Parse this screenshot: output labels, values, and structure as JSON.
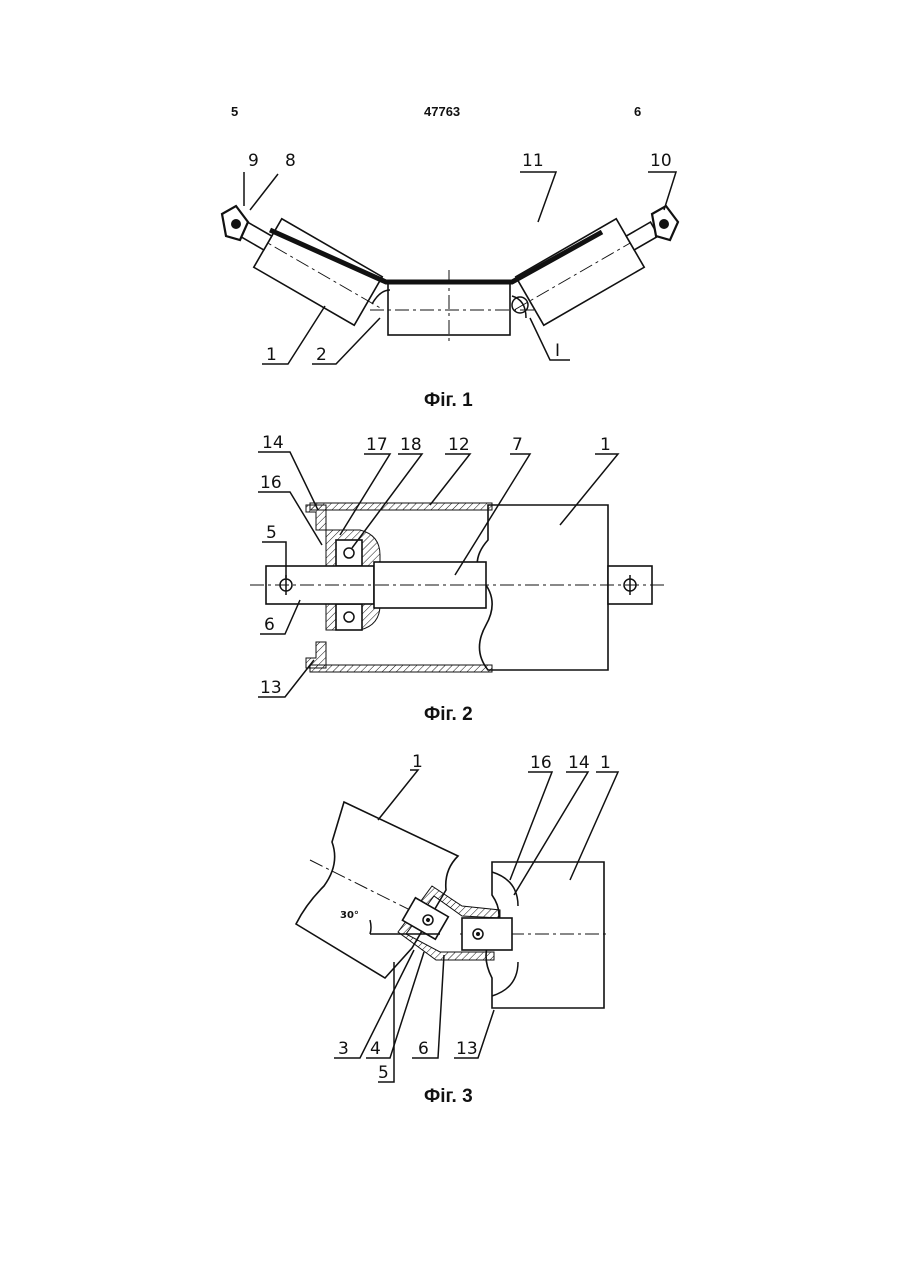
{
  "header": {
    "left_page": "5",
    "patent_number": "47763",
    "right_page": "6"
  },
  "figures": [
    {
      "caption": "Фіг. 1",
      "labels": {
        "l9": "9",
        "l8": "8",
        "l11": "11",
        "l10": "10",
        "l1": "1",
        "l2": "2",
        "lI": "I"
      }
    },
    {
      "caption": "Фіг. 2",
      "labels": {
        "l14": "14",
        "l17": "17",
        "l18": "18",
        "l12": "12",
        "l7": "7",
        "l1": "1",
        "l16": "16",
        "l5": "5",
        "l6": "6",
        "l13": "13"
      }
    },
    {
      "caption": "Фіг. 3",
      "angle_label": "30°",
      "labels": {
        "l1a": "1",
        "l16": "16",
        "l14": "14",
        "l1b": "1",
        "l3": "3",
        "l4": "4",
        "l6": "6",
        "l13": "13",
        "l5": "5"
      }
    }
  ]
}
